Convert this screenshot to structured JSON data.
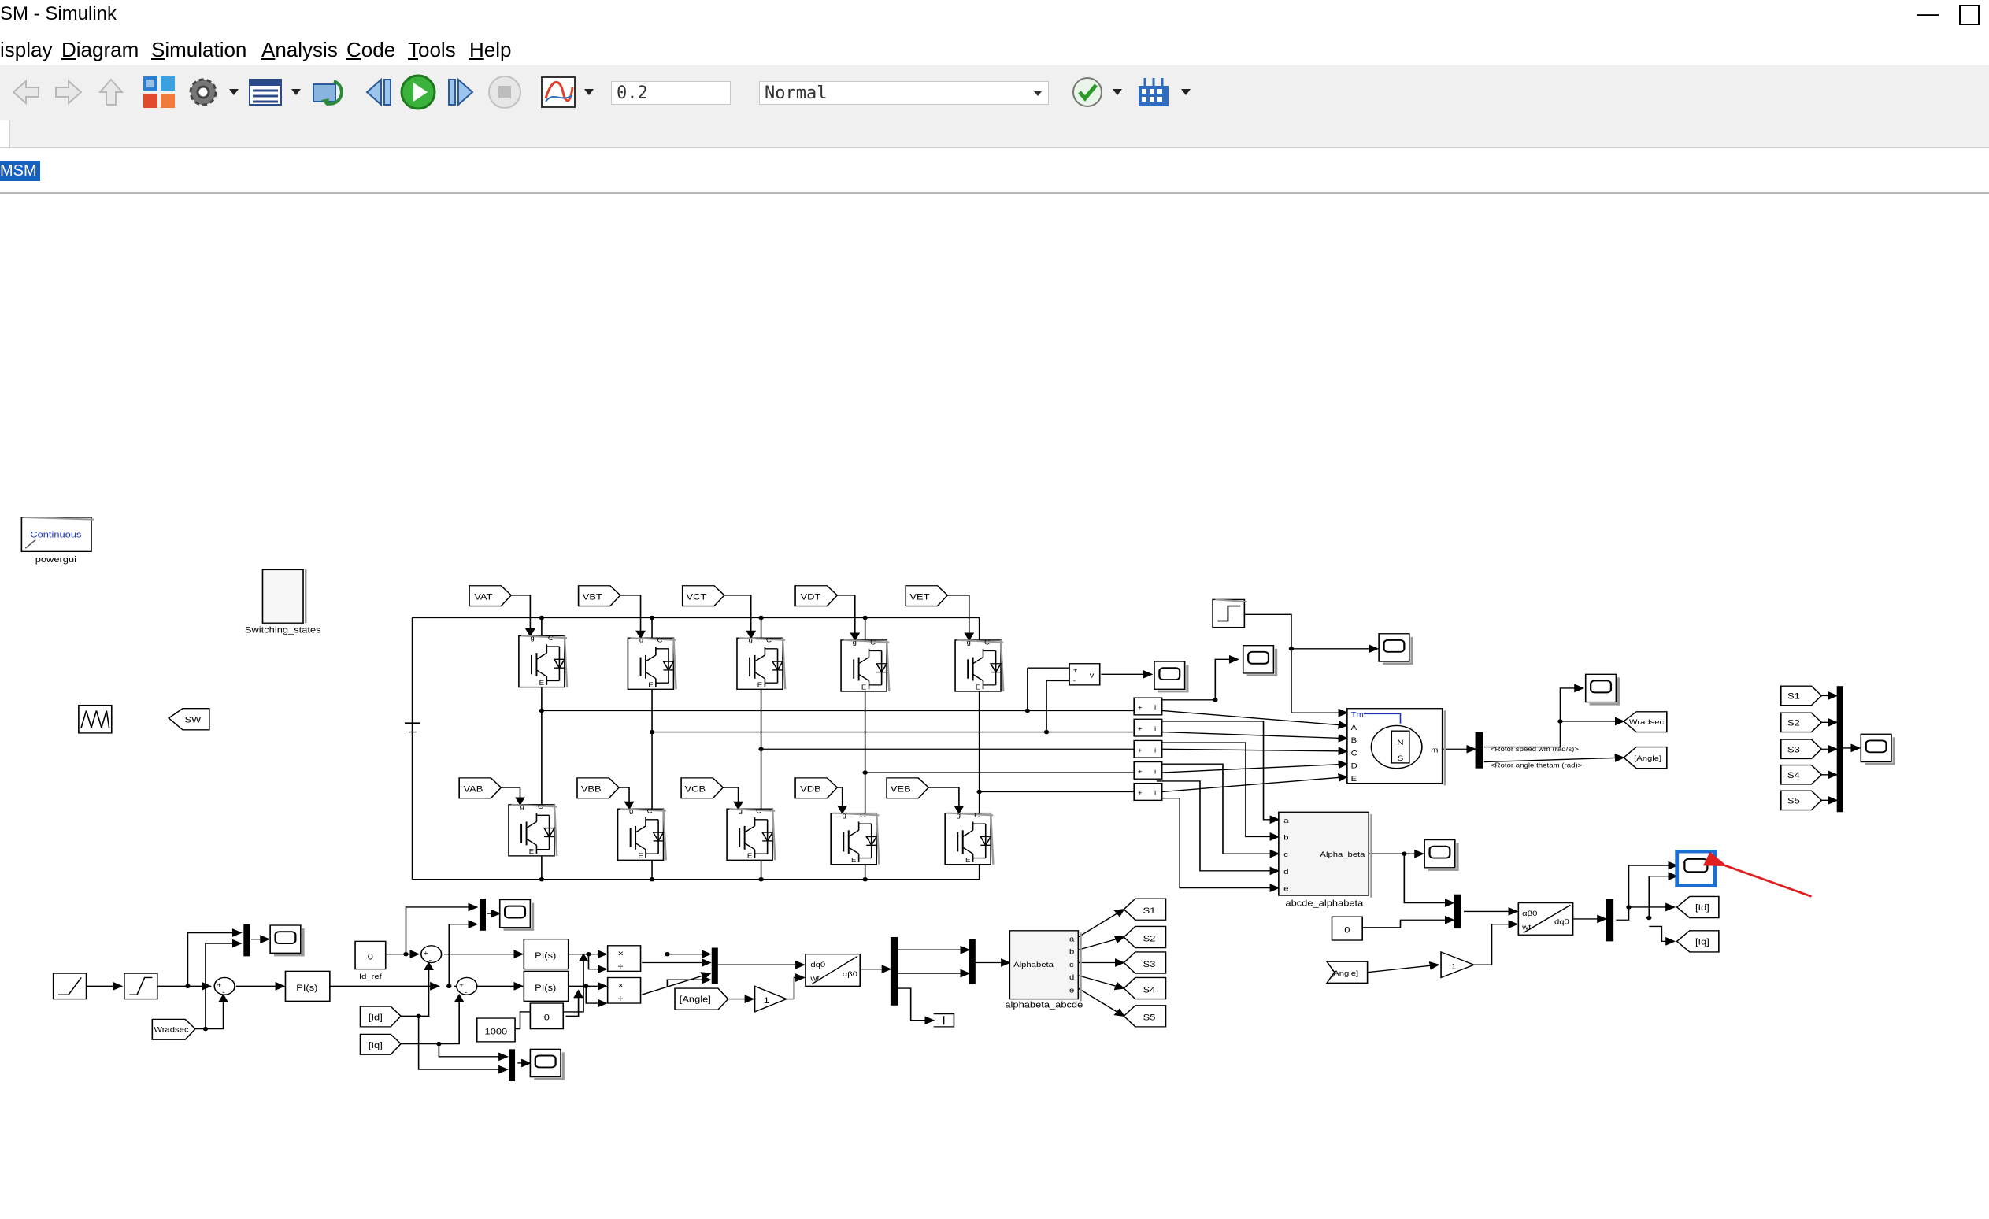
{
  "window": {
    "title": "SM - Simulink",
    "minimize": "—"
  },
  "menu": {
    "items": [
      {
        "label": "isplay",
        "accel": ""
      },
      {
        "label": "iagram",
        "accel": "D"
      },
      {
        "label": "imulation",
        "accel": "S"
      },
      {
        "label": "nalysis",
        "accel": "A"
      },
      {
        "label": "ode",
        "accel": "C"
      },
      {
        "label": "ools",
        "accel": "T"
      },
      {
        "label": "elp",
        "accel": "H"
      }
    ]
  },
  "toolbar": {
    "stop_time": "0.2",
    "sim_mode": "Normal",
    "icons": [
      "back-icon",
      "forward-icon",
      "up-icon",
      "library-browser-icon",
      "model-config-icon",
      "model-explorer-icon",
      "update-diagram-icon",
      "step-back-icon",
      "run-icon",
      "step-forward-icon",
      "stop-icon",
      "data-inspector-icon",
      "model-advisor-icon",
      "build-icon"
    ]
  },
  "breadcrumb": {
    "label": "MSM"
  },
  "diagram": {
    "powergui": {
      "name": "powergui",
      "mode": "Continuous"
    },
    "switching_states": "Switching_states",
    "sw_tag": "SW",
    "upper_gotos": [
      "VAT",
      "VBT",
      "VCT",
      "VDT",
      "VET"
    ],
    "lower_gotos": [
      "VAB",
      "VBB",
      "VCB",
      "VDB",
      "VEB"
    ],
    "pin_g": "g",
    "pin_c": "C",
    "pin_e": "E",
    "vm_sign_plus": "+",
    "vm_sign_minus": "-",
    "vm_label": "v",
    "cm_sign": "+",
    "cm_label": "i",
    "motor_ports": [
      "Tm",
      "A",
      "B",
      "C",
      "D",
      "E"
    ],
    "motor_out": "m",
    "motor_n": "N",
    "motor_s": "S",
    "rotor_speed_label": "<Rotor speed wm (rad/s)>",
    "rotor_angle_label": "<Rotor angle thetam (rad)>",
    "wradsec_goto": "Wradsec",
    "angle_goto": "[Angle]",
    "s_froms": [
      "S1",
      "S2",
      "S3",
      "S4",
      "S5"
    ],
    "abcde_block": {
      "ports": [
        "a",
        "b",
        "c",
        "d",
        "e"
      ],
      "out": "Alpha_beta",
      "name": "abcde_alphabeta"
    },
    "zero": "0",
    "angle_from": "[Angle]",
    "gain_one": "1",
    "abc_dq": {
      "in1": "αβ0",
      "in2": "wt",
      "out": "dq0"
    },
    "id_goto": "[Id]",
    "iq_goto": "[Iq]",
    "speed_from": "Wradsec",
    "pi_label": "PI(s)",
    "sum_plus": "+",
    "sum_minus": "-",
    "id_ref_value": "0",
    "id_ref_name": "Id_ref",
    "id_from": "[Id]",
    "iq_from": "[Iq]",
    "gain_1000": "1000",
    "const_zero": "0",
    "mult_x": "×",
    "mult_div": "÷",
    "angle_from2": "[Angle]",
    "gain_one2": "1",
    "dq_ab": {
      "in1": "dq0",
      "in2": "wt",
      "out": "αβ0"
    },
    "alphabeta_block": {
      "in": "Alphabeta",
      "ports": [
        "a",
        "b",
        "c",
        "d",
        "e"
      ],
      "name": "alphabeta_abcde"
    },
    "s_gotos": [
      "S1",
      "S2",
      "S3",
      "S4",
      "S5"
    ],
    "annotation_arrow_color": "#e02020",
    "selection_color": "#1a6fd0"
  }
}
